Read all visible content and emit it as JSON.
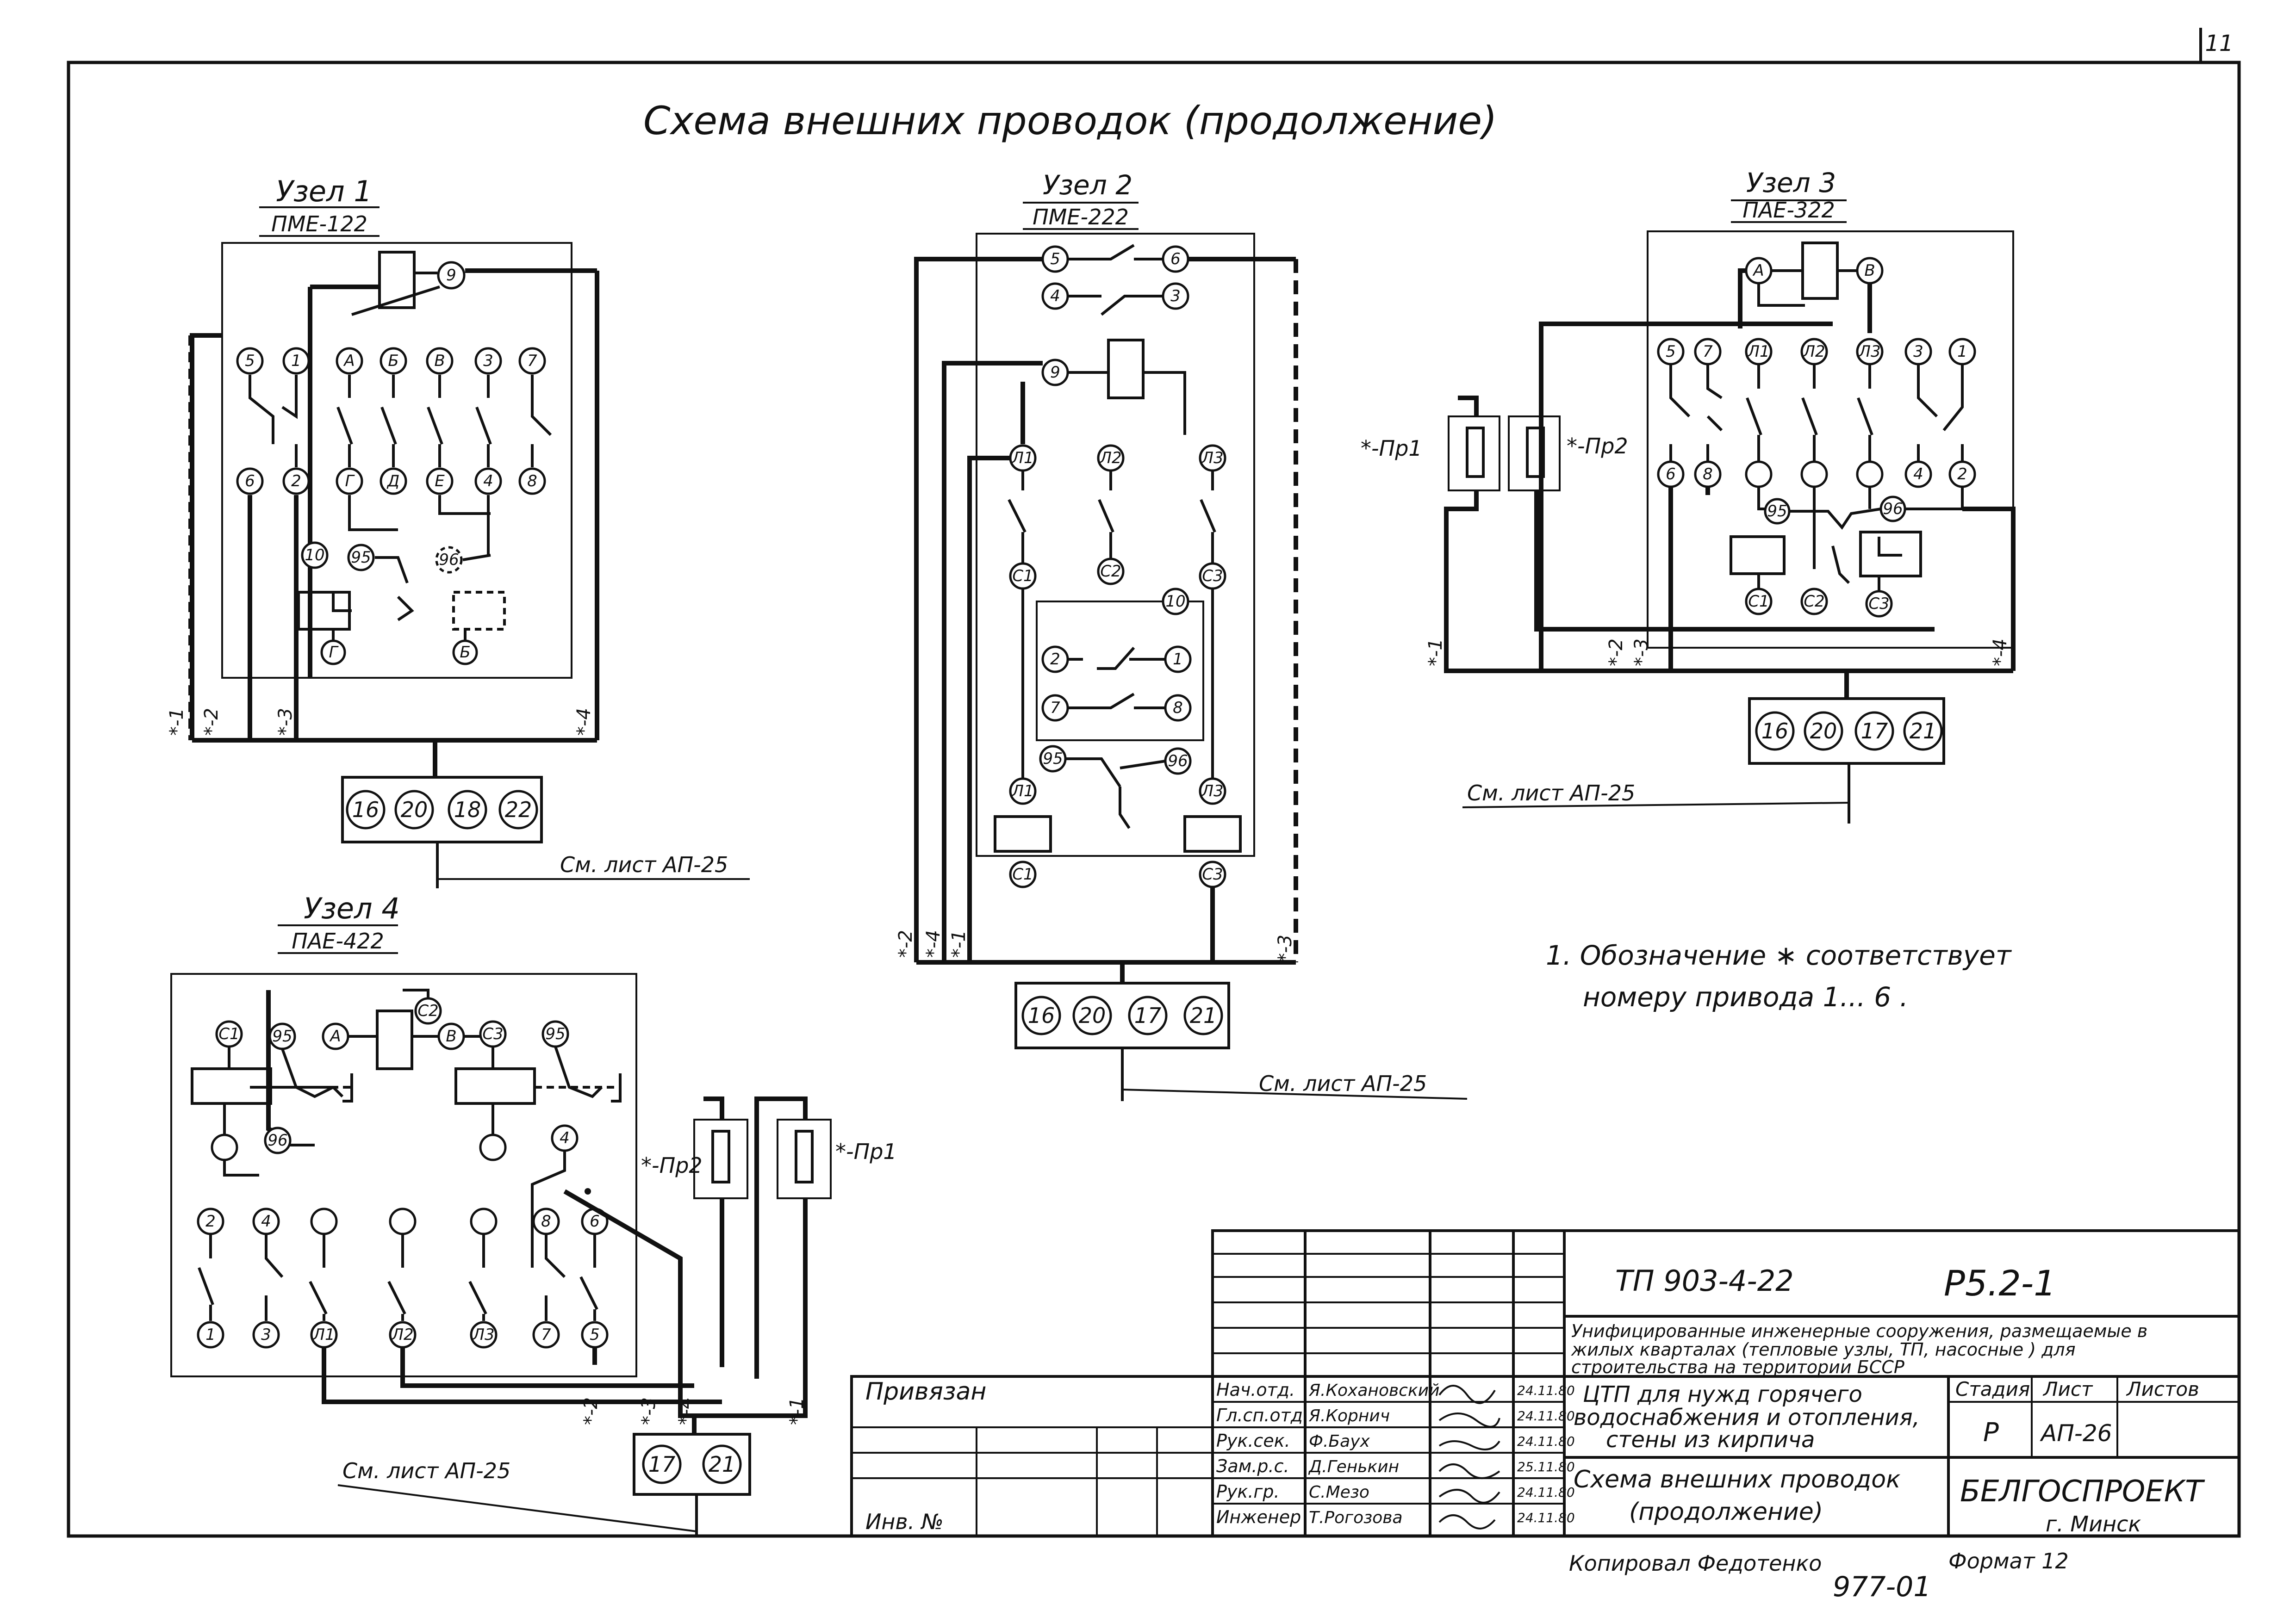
{
  "sheet_number": "11",
  "title": "Схема внешних проводок (продолжение)",
  "node1": {
    "label": "Узел 1",
    "model": "ПМЕ-122",
    "top_terms": [
      "9"
    ],
    "row1": [
      "5",
      "1",
      "А",
      "Б",
      "В",
      "3",
      "7"
    ],
    "row2": [
      "6",
      "2",
      "Г",
      "Д",
      "Е",
      "4",
      "8"
    ],
    "row3": [
      "10",
      "95",
      "96"
    ],
    "row4": [
      "Г",
      "Б"
    ],
    "wires": [
      "*-1",
      "*-2",
      "*-3",
      "*-4"
    ],
    "block": [
      "16",
      "20",
      "18",
      "22"
    ],
    "ref": "См. лист АП-25"
  },
  "node2": {
    "label": "Узел 2",
    "model": "ПМЕ-222",
    "top": [
      "5",
      "6",
      "4",
      "3"
    ],
    "coil_term": "9",
    "row_l": [
      "Л1",
      "Л2",
      "Л3"
    ],
    "row_c": [
      "С1",
      "С2",
      "С3"
    ],
    "ten": "10",
    "aux": [
      "2",
      "1",
      "7",
      "8"
    ],
    "r95": "95",
    "r96": "96",
    "bottom_l": [
      "Л1",
      "Л3"
    ],
    "bottom_c": [
      "С1",
      "С3"
    ],
    "wires": [
      "*-2",
      "*-4",
      "*-1",
      "*-3"
    ],
    "block": [
      "16",
      "20",
      "17",
      "21"
    ],
    "ref": "См. лист АП-25"
  },
  "node3": {
    "label": "Узел 3",
    "model": "ПАЕ-322",
    "top": [
      "А",
      "В"
    ],
    "row1": [
      "5",
      "7",
      "Л1",
      "Л2",
      "Л3",
      "3",
      "1"
    ],
    "row2": [
      "6",
      "8",
      "",
      "",
      "",
      "4",
      "2"
    ],
    "r95": "95",
    "r96": "96",
    "row_c": [
      "С1",
      "С2",
      "С3"
    ],
    "fuses": [
      "*-Пр1",
      "*-Пр2"
    ],
    "wires": [
      "*-1",
      "*-2",
      "*-3",
      "*-4"
    ],
    "block": [
      "16",
      "20",
      "17",
      "21"
    ],
    "ref": "См. лист АП-25"
  },
  "node4": {
    "label": "Узел 4",
    "model": "ПАЕ-422",
    "top": [
      "С1",
      "95",
      "А",
      "С2",
      "В",
      "С3",
      "95"
    ],
    "mid": [
      "96",
      "4"
    ],
    "row1": [
      "2",
      "4",
      "",
      "",
      "",
      "8",
      "6"
    ],
    "row2": [
      "1",
      "3",
      "Л1",
      "Л2",
      "Л3",
      "7",
      "5"
    ],
    "fuses": [
      "*-Пр2",
      "*-Пр1"
    ],
    "wires": [
      "*-2",
      "*-3",
      "*-4",
      "*-1"
    ],
    "block": [
      "17",
      "21"
    ],
    "ref": "См. лист АП-25"
  },
  "note": {
    "line1": "1. Обозначение  ∗  соответствует",
    "line2": "номеру   привода   1... 6 ."
  },
  "title_block": {
    "code": "ТП 903-4-22",
    "sheet_code": "Р5.2-1",
    "desc_line1": "Унифицированные инженерные сооружения, размещаемые в",
    "desc_line2": "жилых кварталах (тепловые узлы, ТП, насосные ) для",
    "desc_line3": "строительства  на территории  БССР",
    "privyazan": "Привязан",
    "inv": "Инв. №",
    "roles": [
      "Нач.отд.",
      "Гл.сп.отд.",
      "Рук.сек.",
      "Зам.р.с.",
      "Рук.гр.",
      "Инженер"
    ],
    "names": [
      "Я.Кохановский",
      "Я.Корнич",
      "Ф.Баух",
      "Д.Генькин",
      "С.Мезо",
      "Т.Рогозова"
    ],
    "dates": [
      "24.11.80",
      "24.11.80",
      "24.11.80",
      "25.11.80",
      "24.11.80",
      "24.11.80"
    ],
    "project_line1": "ЦТП для нужд горячего",
    "project_line2": "водоснабжения и отопления,",
    "project_line3": "стены из кирпича",
    "stage_h": "Стадия",
    "sheet_h": "Лист",
    "sheets_h": "Листов",
    "stage": "Р",
    "sheet": "АП-26",
    "drawing_line1": "Схема внешних проводок",
    "drawing_line2": "(продолжение)",
    "org": "БЕЛГОСПРОЕКТ",
    "city": "г. Минск",
    "copied": "Копировал Федотенко",
    "format": "Формат 12",
    "stamp": "977-01"
  }
}
